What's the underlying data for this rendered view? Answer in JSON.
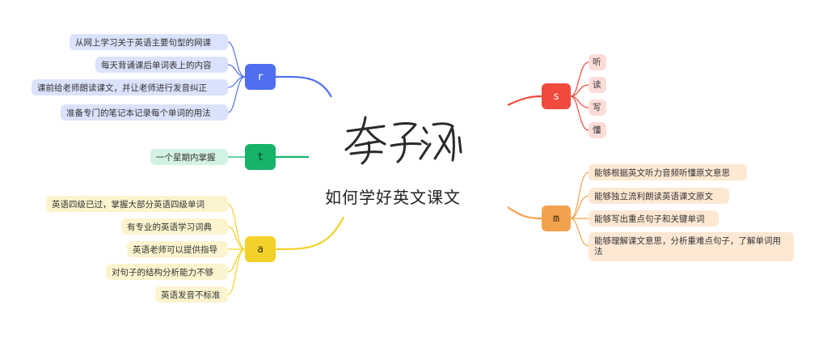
{
  "center": {
    "title": "如何学好英文课文",
    "signature_label": "李子涵"
  },
  "colors": {
    "r": "#4f6ff0",
    "t": "#16b36a",
    "a": "#f2d22a",
    "s": "#f04b3e",
    "m": "#f2a24c"
  },
  "branches": {
    "r": {
      "label": "r",
      "items": [
        "从网上学习关于英语主要句型的网课",
        "每天背诵课后单词表上的内容",
        "课前给老师朗读课文，并让老师进行发音纠正",
        "准备专门的笔记本记录每个单词的用法"
      ]
    },
    "t": {
      "label": "t",
      "items": [
        "一个星期内掌握"
      ]
    },
    "a": {
      "label": "a",
      "items": [
        "英语四级已过，掌握大部分英语四级单词",
        "有专业的英语学习词典",
        "英语老师可以提供指导",
        "对句子的结构分析能力不够",
        "英语发音不标准"
      ]
    },
    "s": {
      "label": "s",
      "items": [
        "听",
        "读",
        "写",
        "懂"
      ]
    },
    "m": {
      "label": "m",
      "items": [
        "能够根据英文听力音频听懂原文意思",
        "能够独立流利朗读英语课文原文",
        "能够写出重点句子和关键单词",
        "能够理解课文意思，分析重难点句子，了解单词用法"
      ]
    }
  }
}
